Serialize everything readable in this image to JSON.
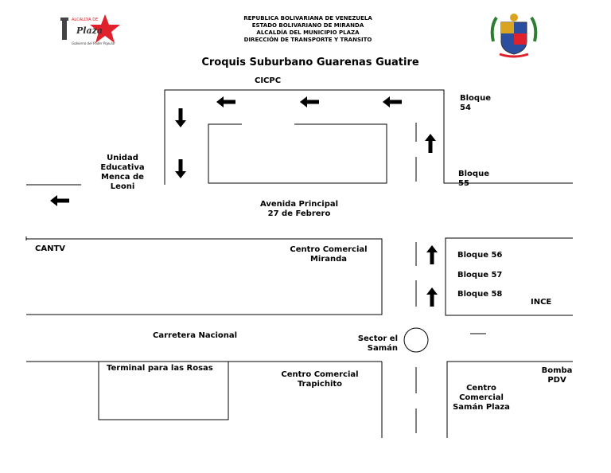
{
  "header": {
    "lines": [
      "REPUBLICA BOLIVARIANA DE VENEZUELA",
      "ESTADO BOLIVARIANO DE MIRANDA",
      "ALCALDÍA DEL MUNICIPIO PLAZA",
      "DIRECCIÓN DE TRANSPORTE Y TRANSITO"
    ],
    "title": "Croquis Suburbano Guarenas Guatire",
    "logo_left_text": "Plaza",
    "logo_left_small": "ALCALDIA DE",
    "logo_left_tagline": "Gobierno del Poder Popular"
  },
  "labels": {
    "cicpc": "CICPC",
    "bloque_54": [
      "Bloque",
      "54"
    ],
    "bloque_55": [
      "Bloque",
      "55"
    ],
    "unidad": [
      "Unidad",
      "Educativa",
      "Menca de",
      "Leoni"
    ],
    "avenida": [
      "Avenida Principal",
      "27 de Febrero"
    ],
    "cantv": "CANTV",
    "cc_miranda": [
      "Centro Comercial",
      "Miranda"
    ],
    "bloque_56": "Bloque 56",
    "bloque_57": "Bloque 57",
    "bloque_58": "Bloque 58",
    "ince": "INCE",
    "carretera": "Carretera Nacional",
    "sector": [
      "Sector el",
      "Samán"
    ],
    "terminal": "Terminal para las Rosas",
    "cc_trapichito": [
      "Centro Comercial",
      "Trapichito"
    ],
    "bomba": [
      "Bomba",
      "PDV"
    ],
    "cc_saman": [
      "Centro",
      "Comercial",
      "Samán Plaza"
    ]
  },
  "colors": {
    "line": "#000000",
    "logo_red": "#e0202a",
    "shield_gold": "#d9a520",
    "shield_blue": "#2a4fa0",
    "shield_green": "#2e7d32"
  },
  "icons": {
    "arrow": "filled-arrow-icon",
    "roundabout": "circle-icon"
  }
}
